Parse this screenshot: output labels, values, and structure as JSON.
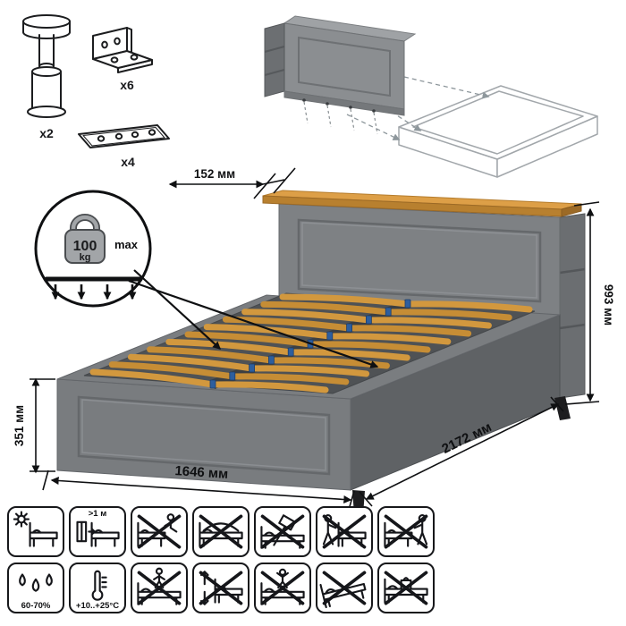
{
  "product": {
    "type": "bed-assembly-instruction-sheet"
  },
  "hardware": {
    "leg": {
      "icon": "adjustable-leg-icon",
      "count": "x2"
    },
    "bracket": {
      "icon": "corner-bracket-icon",
      "count": "x6"
    },
    "plate": {
      "icon": "mounting-plate-icon",
      "count": "x4"
    }
  },
  "dimensions": {
    "headboard_shelf_depth": "152 мм",
    "total_height": "993 мм",
    "base_height": "351 мм",
    "width": "1646 мм",
    "length": "2172 мм"
  },
  "max_load": {
    "value": "100",
    "unit": "kg",
    "label": "max"
  },
  "care": {
    "row1": [
      {
        "name": "protect-from-sunlight",
        "label": ""
      },
      {
        "name": "keep-1m-from-heater",
        "label": ">1 м"
      },
      {
        "name": "do-not-sit-on-edge",
        "label": ""
      },
      {
        "name": "do-not-bend-parts",
        "label": ""
      },
      {
        "name": "do-not-use-hammer",
        "label": ""
      },
      {
        "name": "do-not-drag-assembled",
        "label": ""
      },
      {
        "name": "do-not-move-loaded",
        "label": ""
      }
    ],
    "row2": [
      {
        "name": "humidity-range",
        "label": "60-70%"
      },
      {
        "name": "temperature-range",
        "label": "+10..+25°C"
      },
      {
        "name": "do-not-stand-on-bed",
        "label": ""
      },
      {
        "name": "do-not-lift-by-slats",
        "label": ""
      },
      {
        "name": "do-not-jump-on-bed",
        "label": ""
      },
      {
        "name": "do-not-tilt",
        "label": ""
      },
      {
        "name": "do-not-overload",
        "label": ""
      }
    ]
  },
  "colors": {
    "frame_gray": "#7a7d80",
    "frame_dark": "#5f6265",
    "wood_trim": "#dd9f47",
    "slat_wood": "#d2983e",
    "clip_blue": "#2d5e9e",
    "line": "#0f1012"
  }
}
